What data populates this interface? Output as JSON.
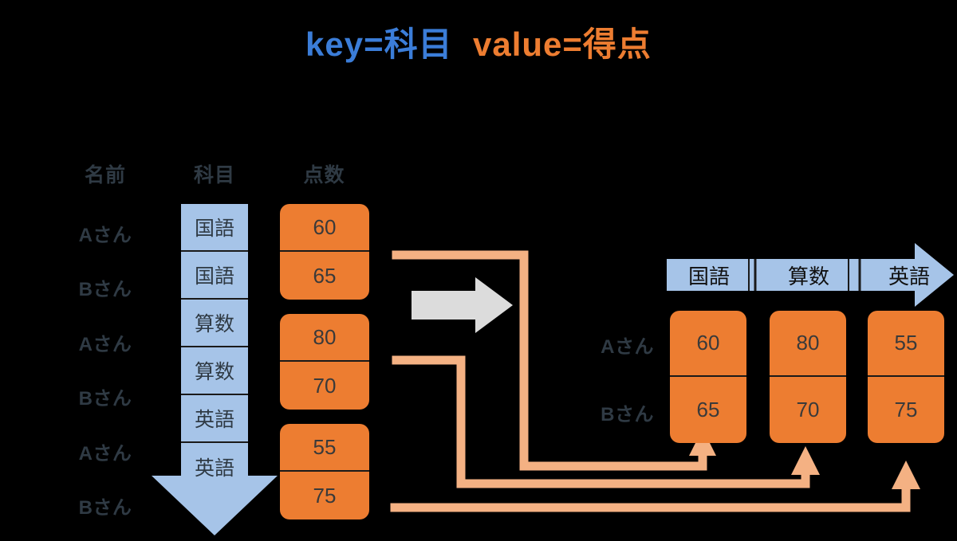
{
  "title": {
    "key_part": "key=科目",
    "gap": "  ",
    "value_part": "value=得点",
    "key_color": "#3B7DD8",
    "value_color": "#ED7D31"
  },
  "colors": {
    "background": "#000000",
    "blue_cell": "#A6C4E8",
    "orange_cell": "#ED7D31",
    "light_orange_connector": "#F4B183",
    "grey_arrow": "#DCDCDC",
    "dark_text": "#2F3A44",
    "cell_border": "#1A1A1A"
  },
  "source_table": {
    "headers": [
      "名前",
      "科目",
      "点数"
    ],
    "rows": [
      {
        "name": "Aさん",
        "subject": "国語",
        "score": "60"
      },
      {
        "name": "Bさん",
        "subject": "国語",
        "score": "65"
      },
      {
        "name": "Aさん",
        "subject": "算数",
        "score": "80"
      },
      {
        "name": "Bさん",
        "subject": "算数",
        "score": "70"
      },
      {
        "name": "Aさん",
        "subject": "英語",
        "score": "55"
      },
      {
        "name": "Bさん",
        "subject": "英語",
        "score": "75"
      }
    ]
  },
  "pivot_table": {
    "column_headers": [
      "国語",
      "算数",
      "英語"
    ],
    "row_labels": [
      "Aさん",
      "Bさん"
    ],
    "values": [
      [
        "60",
        "80",
        "55"
      ],
      [
        "65",
        "70",
        "75"
      ]
    ]
  },
  "arrows": {
    "transform_arrow": "right-arrow-icon",
    "subject_down_arrow": "down-arrow-icon",
    "pivot_header_arrow": "right-arrow-icon",
    "connector_1": "elbow-connector-kokugo",
    "connector_2": "elbow-connector-sansuu",
    "connector_3": "elbow-connector-eigo"
  }
}
